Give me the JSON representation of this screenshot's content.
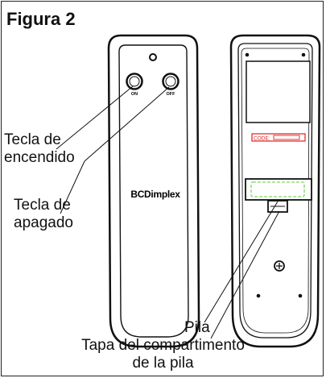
{
  "figure": {
    "title": "Figura 2"
  },
  "front_remote": {
    "on_label": "ON",
    "off_label": "OFF",
    "brand": "BCDimplex"
  },
  "back_remote": {
    "code_label": "CODE:",
    "code_color": "#e02020",
    "battery_color": "#8fe07a"
  },
  "callouts": {
    "power_on": [
      "Tecla de",
      "encendido"
    ],
    "power_off": [
      "Tecla de",
      "apagado"
    ],
    "battery": "Pila",
    "battery_cover": [
      "Tapa del compartimento",
      "de la pila"
    ]
  }
}
